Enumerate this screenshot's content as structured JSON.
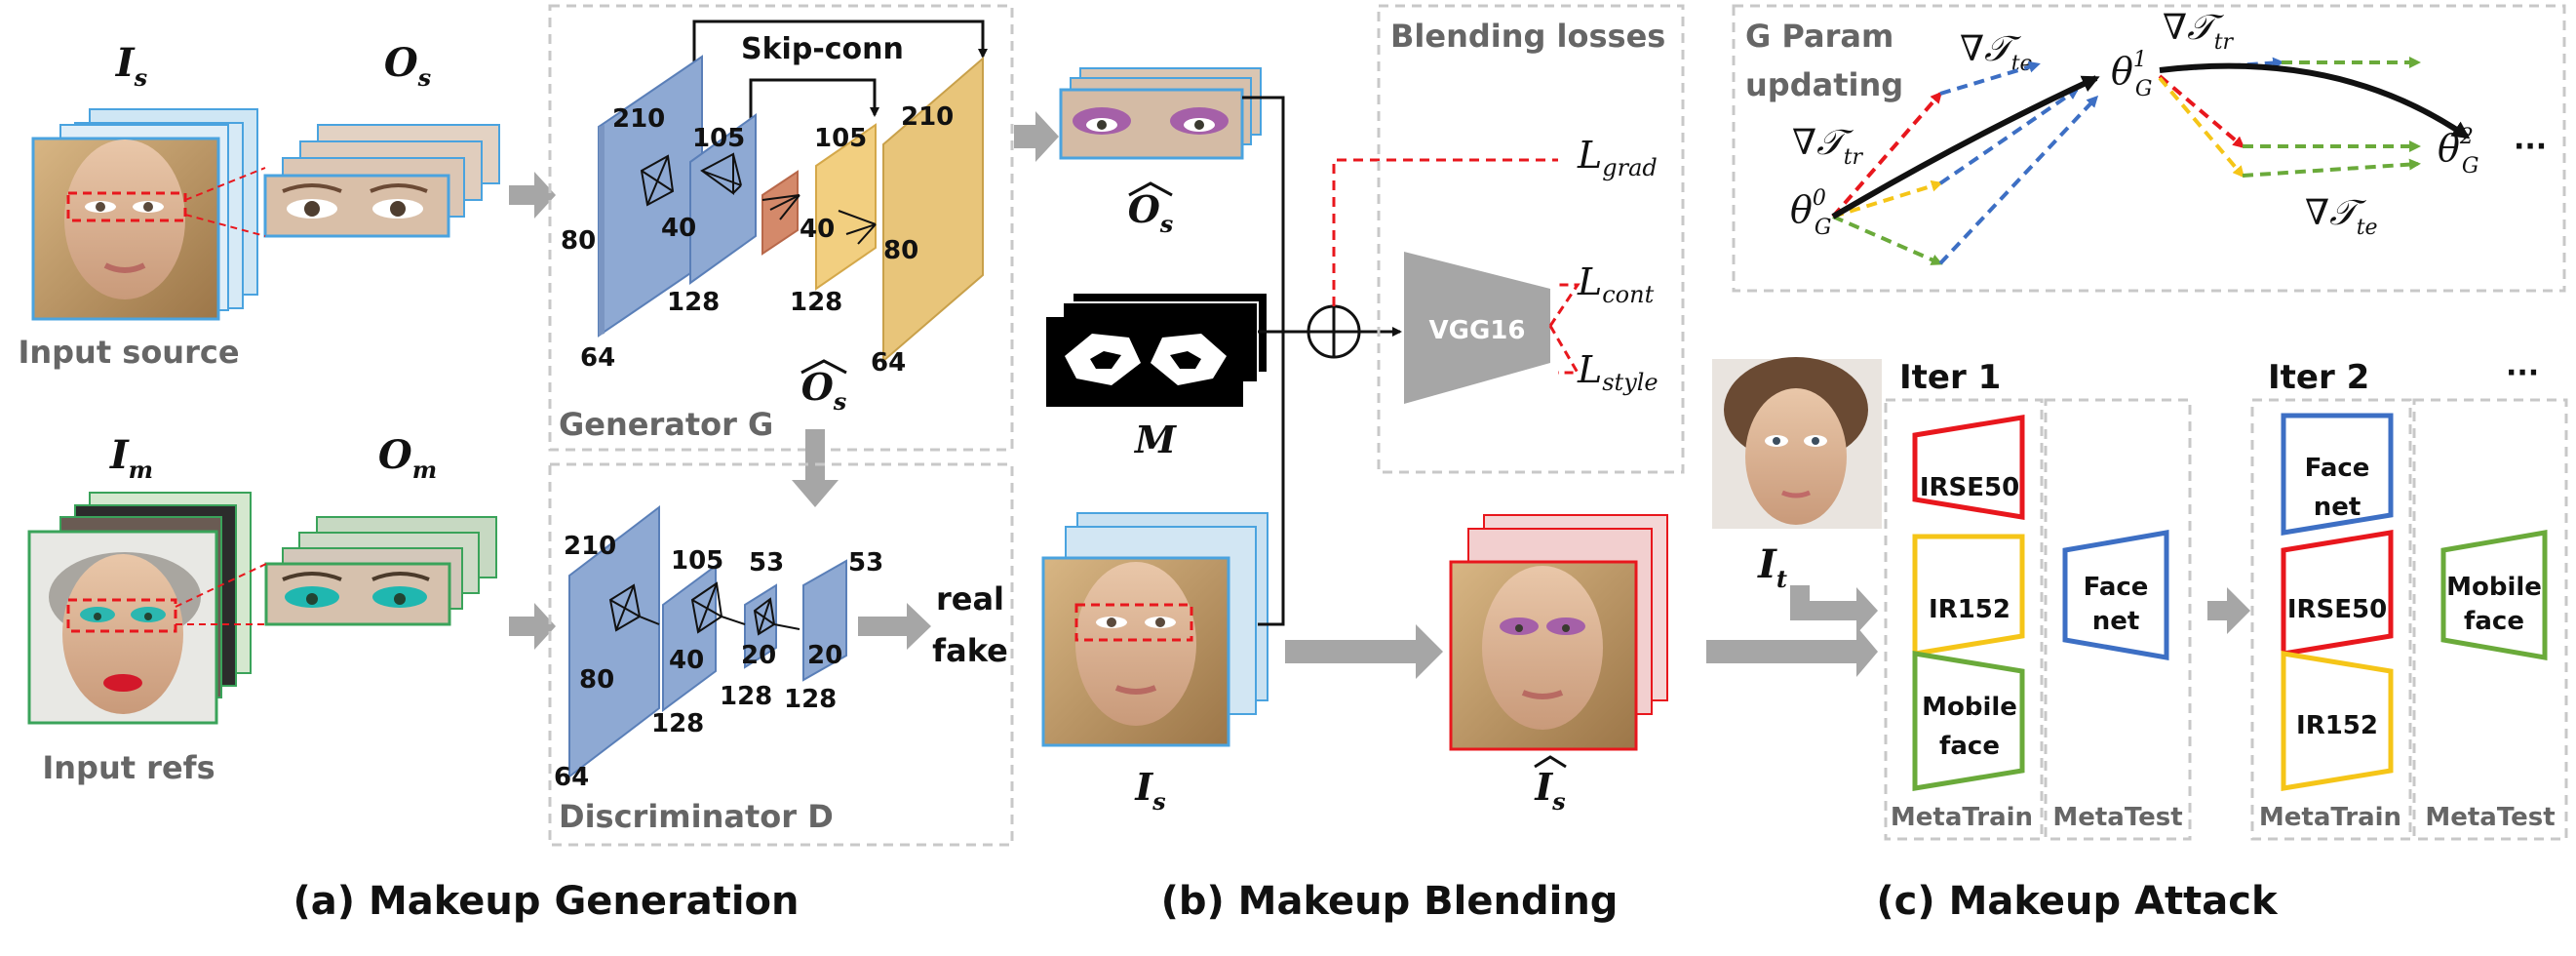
{
  "captions": {
    "a": "(a) Makeup Generation",
    "b": "(b) Makeup Blending",
    "c": "(c) Makeup Attack"
  },
  "generation": {
    "input_source_sym": "I",
    "input_source_sub": "s",
    "output_source_sym": "O",
    "output_source_sub": "s",
    "input_source_label": "Input source",
    "input_refs_sym": "I",
    "input_refs_sub": "m",
    "output_refs_sym": "O",
    "output_refs_sub": "m",
    "input_refs_label": "Input refs",
    "generator": {
      "title": "Generator G",
      "skip_label": "Skip-conn",
      "dims": [
        "210",
        "80",
        "64",
        "105",
        "40",
        "128",
        "105",
        "40",
        "80",
        "128",
        "210",
        "64"
      ],
      "output_sym": "O",
      "output_sub": "s"
    },
    "discriminator": {
      "title": "Discriminator D",
      "dims": [
        "210",
        "80",
        "64",
        "105",
        "40",
        "128",
        "53",
        "20",
        "128",
        "53",
        "20",
        "128"
      ],
      "out_real": "real",
      "out_fake": "fake"
    }
  },
  "blending": {
    "os_sym": "O",
    "os_sub": "s",
    "mask_sym": "M",
    "is_sym": "I",
    "is_sub": "s",
    "result_sym": "I",
    "result_sub": "s",
    "vgg_label": "VGG16",
    "losses_title": "Blending losses",
    "loss_grad": "grad",
    "loss_cont": "cont",
    "loss_style": "style",
    "loss_symbol": "L"
  },
  "attack": {
    "param_title_line1": "G Param",
    "param_title_line2": "updating",
    "theta0": "θ",
    "theta0_sup": "0",
    "theta1": "θ",
    "theta1_sup": "1",
    "theta2": "θ",
    "theta2_sup": "2",
    "theta_sub": "G",
    "grad_tr": "∇𝒯",
    "tr_sub": "tr",
    "te_sub": "te",
    "ellipsis": "···",
    "target_sym": "I",
    "target_sub": "t",
    "iter1": "Iter 1",
    "iter2": "Iter 2",
    "iter_more": "···",
    "metatrain": "MetaTrain",
    "metatest": "MetaTest",
    "models": {
      "irse50": "IRSE50",
      "ir152": "IR152",
      "mobile_line1": "Mobile",
      "mobile_line2": "face",
      "facenet_line1": "Face",
      "facenet_line2": "net"
    },
    "colors": {
      "irse50": "#e8171d",
      "ir152": "#f5c518",
      "mobileface": "#6aaa3a",
      "facenet": "#3d6fc4"
    }
  }
}
